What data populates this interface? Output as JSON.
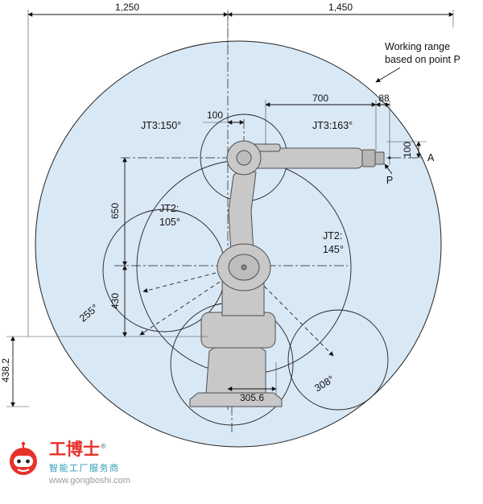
{
  "header": {
    "working_range_line1": "Working range",
    "working_range_line2": "based on point P"
  },
  "dimensions": {
    "top_left": "1,250",
    "top_right": "1,450",
    "arm_reach": "700",
    "flange_offset": "88",
    "wrist_offset": "100",
    "flange_height": "100",
    "upper_arm_length": "650",
    "shoulder_height": "430",
    "base_height": "438.2",
    "min_reach": "305.6"
  },
  "joints": {
    "jt3_left": "JT3:150°",
    "jt3_right": "JT3:163°",
    "jt2_left_label": "JT2:",
    "jt2_left_value": "105°",
    "jt2_right_label": "JT2:",
    "jt2_right_value": "145°",
    "angle_left": "255°",
    "angle_bottom_right": "308°"
  },
  "points": {
    "section_a": "A",
    "point_p": "P"
  },
  "watermark": {
    "registered": "®",
    "brand": "工博士",
    "tagline": "智能工厂服务商",
    "url": "www.gongboshi.com"
  },
  "colors": {
    "range_fill": "#d9e8f5",
    "line": "#1a1a1a",
    "robot_fill": "#c8c8c8",
    "robot_stroke": "#4d4d4d",
    "brand_red": "#e8312a",
    "tagline_teal": "#2f9db4",
    "url_gray": "#9a9a9a"
  }
}
